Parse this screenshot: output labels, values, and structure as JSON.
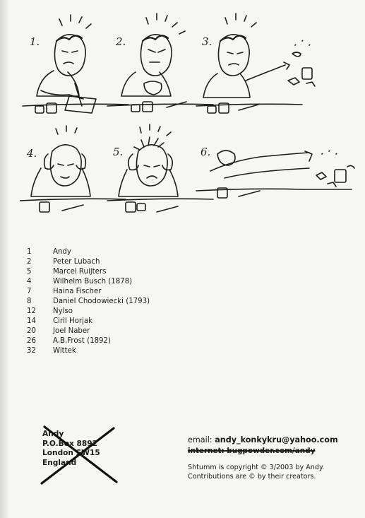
{
  "comic": {
    "panels": [
      {
        "label": "1."
      },
      {
        "label": "2."
      },
      {
        "label": "3."
      },
      {
        "label": "4."
      },
      {
        "label": "5."
      },
      {
        "label": "6."
      }
    ]
  },
  "contributors": [
    {
      "page": "1",
      "name": "Andy"
    },
    {
      "page": "2",
      "name": "Peter Lubach"
    },
    {
      "page": "5",
      "name": "Marcel Ruijters"
    },
    {
      "page": "4",
      "name": "Wilhelm Busch (1878)"
    },
    {
      "page": "7",
      "name": "Haina Fischer"
    },
    {
      "page": "8",
      "name": "Daniel Chodowiecki (1793)"
    },
    {
      "page": "12",
      "name": "Nylso"
    },
    {
      "page": "14",
      "name": "Ciril Horjak"
    },
    {
      "page": "20",
      "name": "Joel Naber"
    },
    {
      "page": "26",
      "name": "A.B.Frost (1892)"
    },
    {
      "page": "32",
      "name": "Wittek"
    }
  ],
  "address": {
    "lines": [
      "Andy",
      "P.O.Box 8892",
      "London SW15",
      "England"
    ]
  },
  "contact": {
    "email_label": "email:",
    "email": "andy_konkykru@yahoo.com",
    "internet": "internet: bugpowder.com/andy",
    "copyright": "Shtumm is copyright © 3/2003 by Andy.",
    "contributions": "Contributions are © by their creators."
  }
}
